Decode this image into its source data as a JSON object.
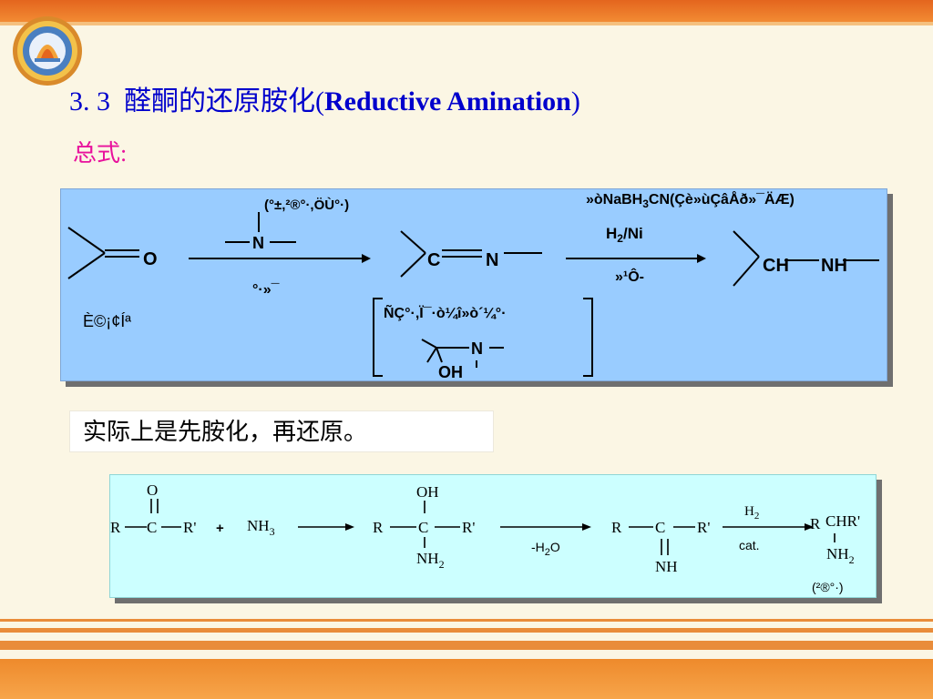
{
  "slide": {
    "title_number": "3. 3",
    "title_cn": "醛酮的还原胺化(",
    "title_en": "Reductive Amination",
    "title_close": ")",
    "subtitle": "总式:"
  },
  "scheme1": {
    "ketone_o": "O",
    "ketone_label": "È©¡¢Íª",
    "amine_n": "N",
    "amine_note": "(°±,²®°·,ÖÙ°·)",
    "arrow1_below": "°·»¯",
    "imine_c": "C",
    "imine_n": "N",
    "reagent1": "»òNaBH",
    "reagent1_sub": "3",
    "reagent1_rest": "CN(Çè»ùÇâÅð»¯ÄÆ)",
    "reagent2": "H",
    "reagent2_sub": "2",
    "reagent2_rest": "/Ni",
    "arrow2_below": "»¹Ô-",
    "product_ch": "CH",
    "product_nh": "NH",
    "intermediate_note": "ÑÇ°·,Ï¯·ò¼î»ò´¼°·",
    "intermediate_n": "N",
    "intermediate_oh": "OH"
  },
  "note_text": "实际上是先胺化，再还原。",
  "scheme2": {
    "o": "O",
    "r1": "R",
    "c1": "C",
    "rp1": "R'",
    "plus": "+",
    "nh3": "NH",
    "nh3_sub": "3",
    "oh": "OH",
    "r2": "R",
    "c2": "C",
    "rp2": "R'",
    "nh2": "NH",
    "nh2_sub": "2",
    "minus_h2o": "-H",
    "minus_h2o_sub": "2",
    "minus_h2o_rest": "O",
    "r3": "R",
    "c3": "C",
    "rp3": "R'",
    "nh": "NH",
    "h2": "H",
    "h2_sub": "2",
    "cat": "cat.",
    "r4": "R",
    "chr": "CHR'",
    "nh2b": "NH",
    "nh2b_sub": "2",
    "product_note": "(²®°·)"
  }
}
